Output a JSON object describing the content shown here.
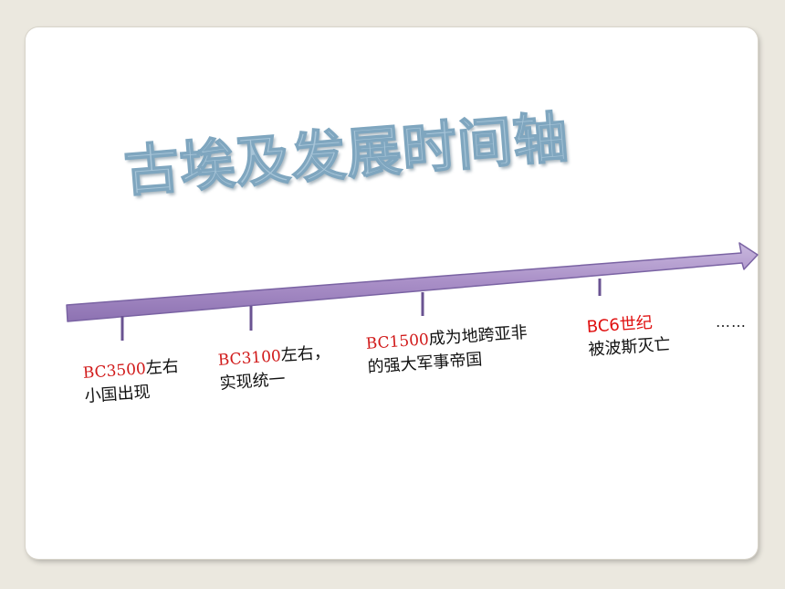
{
  "title": "古埃及发展时间轴",
  "colors": {
    "arrow_fill": "#a98fc7",
    "arrow_stroke": "#7a63a3",
    "tick": "#6a5392",
    "date": "#d11a1a",
    "title_fill": "#a8c5d8"
  },
  "events": [
    {
      "date": "BC3500",
      "rest": "左右",
      "line2": "小国出现"
    },
    {
      "date": "BC3100",
      "rest": "左右，",
      "line2": "实现统一"
    },
    {
      "date": "BC1500",
      "rest": "成为地跨亚非",
      "line2": "的强大军事帝国"
    },
    {
      "date": "BC6世纪",
      "rest": "",
      "line2": "被波斯灭亡"
    }
  ],
  "continuation": "……"
}
